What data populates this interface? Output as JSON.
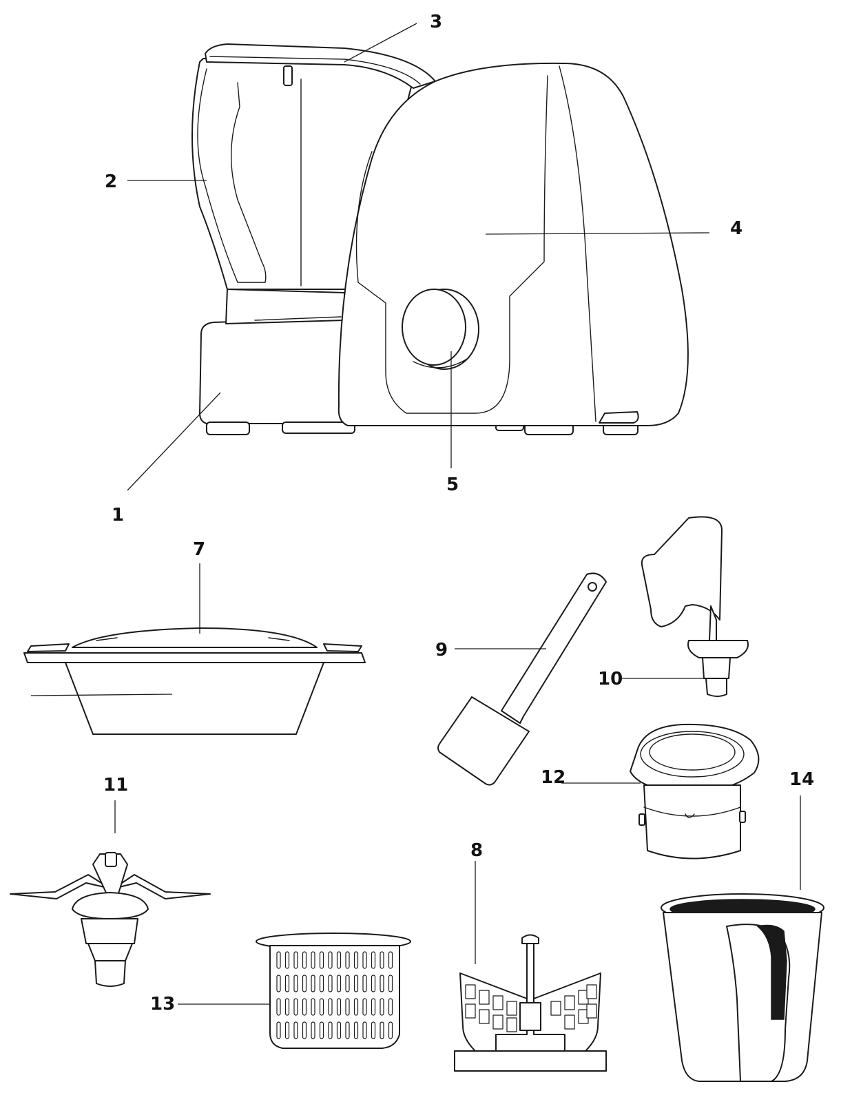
{
  "callouts": {
    "c1": "1",
    "c2": "2",
    "c3": "3",
    "c4": "4",
    "c5": "5",
    "c7": "7",
    "c8": "8",
    "c9": "9",
    "c10": "10",
    "c11": "11",
    "c12": "12",
    "c13": "13",
    "c14": "14"
  },
  "colors": {
    "line": "#1a1a1a",
    "background": "#ffffff"
  }
}
